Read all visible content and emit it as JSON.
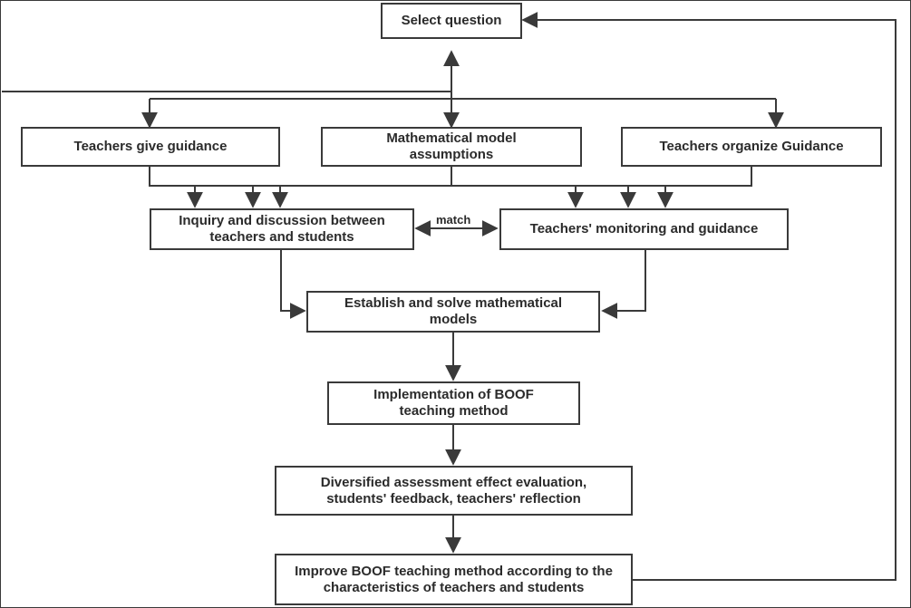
{
  "colors": {
    "line": "#3a3a3a",
    "text": "#2b2b2b",
    "background": "#ffffff"
  },
  "nodes": {
    "select_question": "Select question",
    "teachers_give_guidance": "Teachers give guidance",
    "math_model_assumptions": "Mathematical model assumptions",
    "teachers_organize_guidance": "Teachers organize Guidance",
    "inquiry_discussion": "Inquiry and discussion between teachers and students",
    "teachers_monitoring": "Teachers' monitoring and guidance",
    "establish_solve": "Establish and solve mathematical models",
    "implementation_boof": "Implementation of BOOF teaching method",
    "diversified_assessment": "Diversified assessment effect evaluation, students' feedback, teachers' reflection",
    "improve_boof": "Improve BOOF teaching method according to the characteristics of teachers and students"
  },
  "edge_labels": {
    "match": "match"
  }
}
